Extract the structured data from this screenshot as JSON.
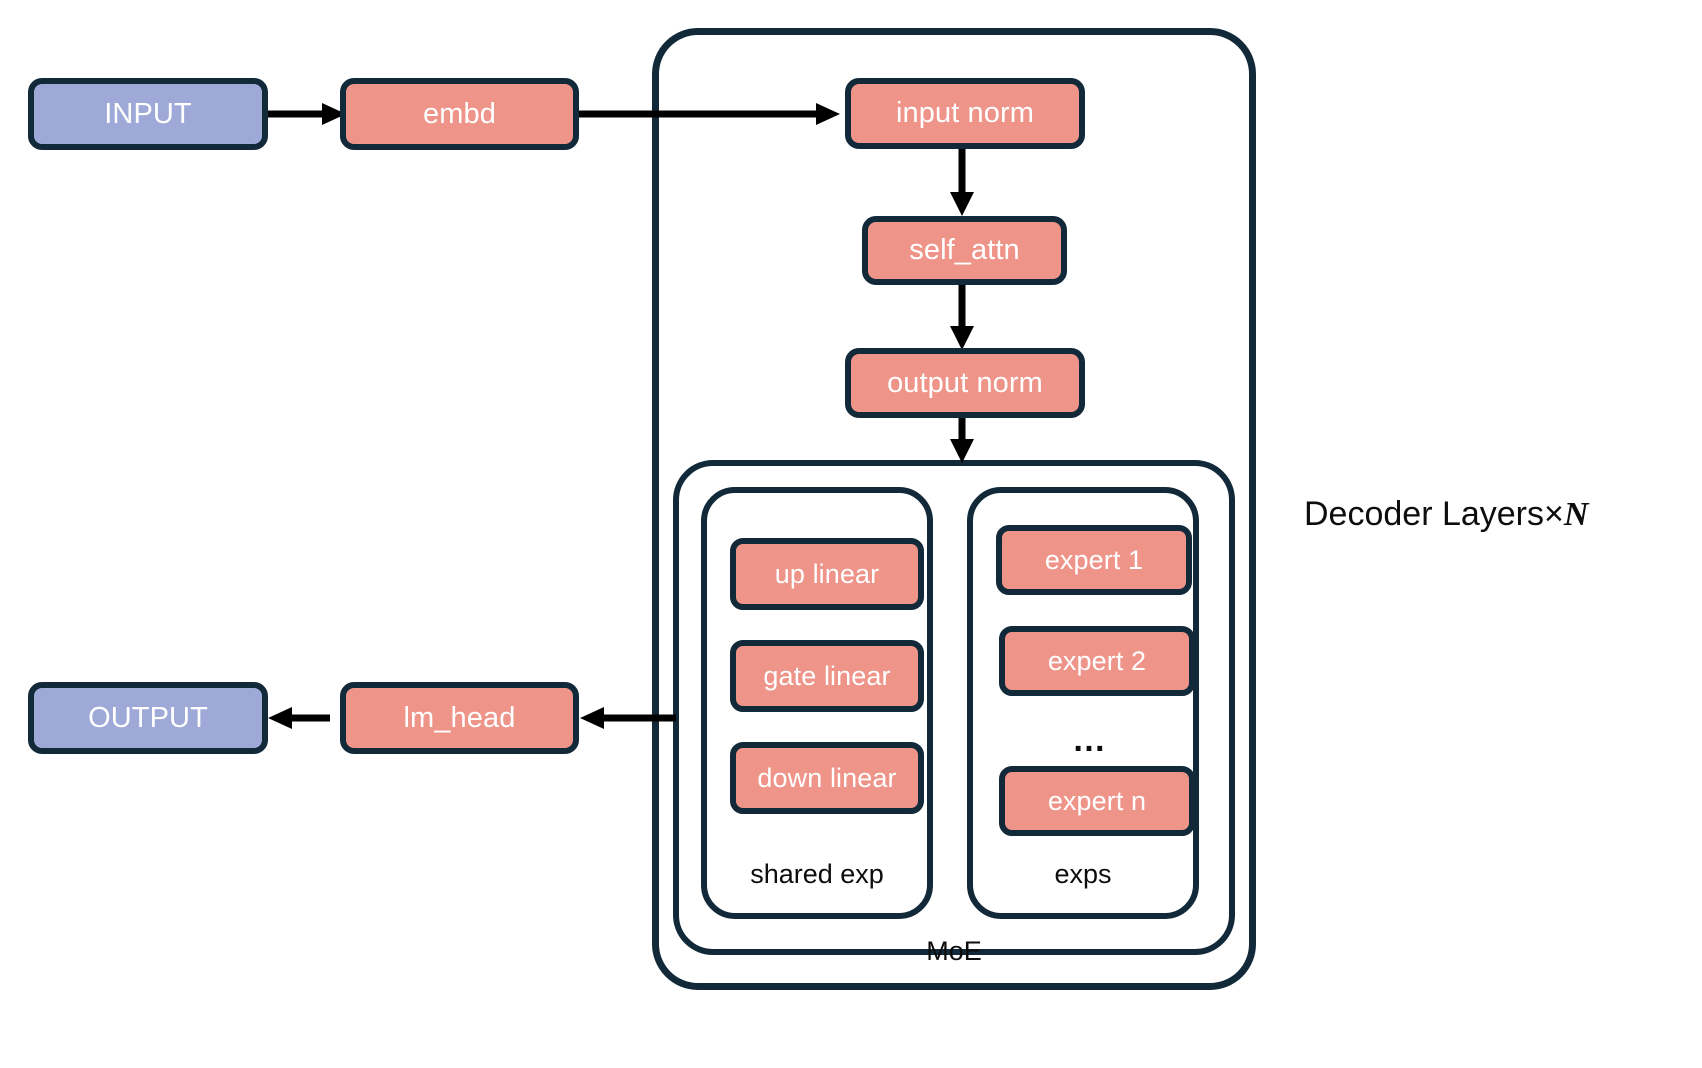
{
  "diagram": {
    "title": "MoE Decoder-only Transformer architecture",
    "side_label": {
      "prefix": "Decoder Layers×",
      "variable": "N"
    },
    "colors": {
      "input_output_fill": "#9fa9d7",
      "module_fill": "#ee9489",
      "outline": "#12293a",
      "edge": "#000000",
      "background": "#ffffff",
      "node_text": "#ffffff",
      "caption_text": "#0d0d0d"
    },
    "io_nodes": {
      "input": "INPUT",
      "output": "OUTPUT"
    },
    "flow_nodes": {
      "embd": "embd",
      "lm_head": "lm_head",
      "input_norm": "input norm",
      "self_attn": "self_attn",
      "output_norm": "output norm"
    },
    "groups": {
      "decoder": {
        "label": ""
      },
      "moe": {
        "label": "MoE"
      },
      "shared_expert": {
        "label": "shared exp"
      },
      "experts": {
        "label": "exps",
        "ellipsis": "…"
      }
    },
    "shared_expert_nodes": [
      {
        "label": "up linear"
      },
      {
        "label": "gate linear"
      },
      {
        "label": "down linear"
      }
    ],
    "expert_nodes": [
      {
        "label": "expert 1"
      },
      {
        "label": "expert 2"
      },
      {
        "label": "expert n"
      }
    ]
  }
}
